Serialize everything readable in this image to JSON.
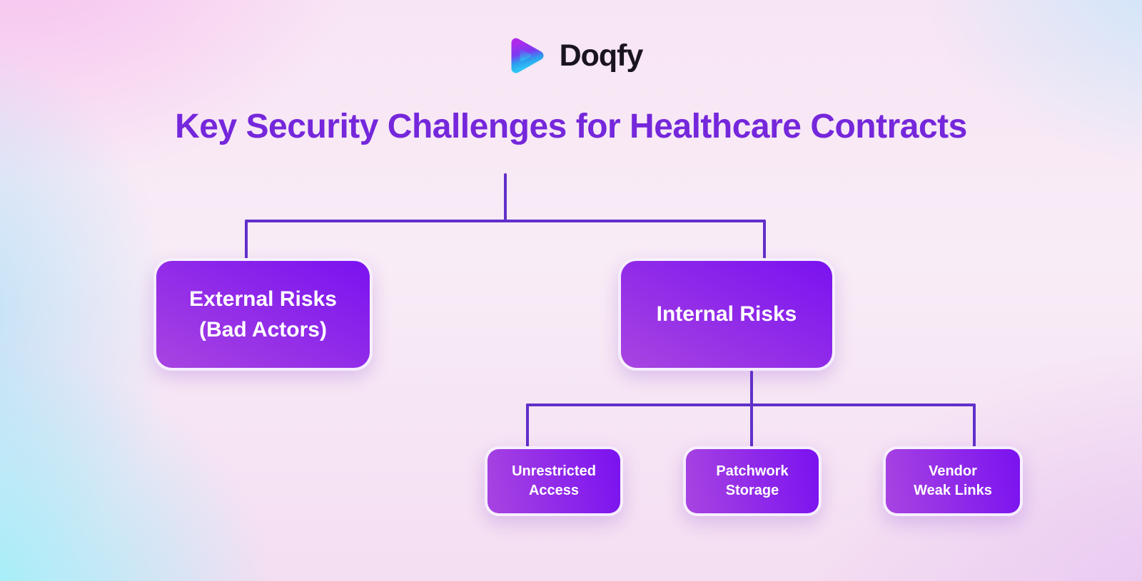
{
  "logo": {
    "brand": "Doqfy"
  },
  "title": {
    "text": "Key Security Challenges for Healthcare Contracts"
  },
  "colors": {
    "title_text": "#7527DB",
    "brand_text": "#1A1420",
    "connector": "#6130C9",
    "node_text": "#FFFFFF",
    "node_grad_start": "#A844E1",
    "node_grad_end": "#7A12F0",
    "bg_corner_pink": "#F7C0F0",
    "bg_corner_cyan": "#96F2FA",
    "bg_corner_blue": "#C6E7FA",
    "bg_corner_lavender": "#E8C6F2"
  },
  "diagram": {
    "type": "tree",
    "level1_nodes": [
      {
        "id": "external-risks",
        "lines": [
          "External Risks",
          "(Bad Actors)"
        ]
      },
      {
        "id": "internal-risks",
        "lines": [
          "Internal Risks"
        ]
      }
    ],
    "level2_nodes": [
      {
        "id": "unrestricted-access",
        "parent": "internal-risks",
        "lines": [
          "Unrestricted",
          "Access"
        ]
      },
      {
        "id": "patchwork-storage",
        "parent": "internal-risks",
        "lines": [
          "Patchwork",
          "Storage"
        ]
      },
      {
        "id": "vendor-weak-links",
        "parent": "internal-risks",
        "lines": [
          "Vendor",
          "Weak Links"
        ]
      }
    ]
  }
}
